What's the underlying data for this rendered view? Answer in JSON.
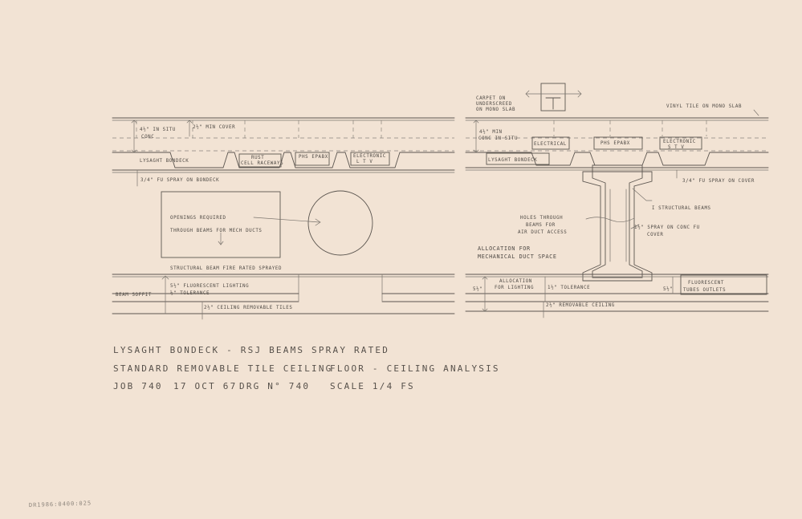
{
  "title_block": {
    "line1": "LYSAGHT   BONDECK -  RSJ  BEAMS  SPRAY  RATED",
    "line2_left": "STANDARD   REMOVABLE  TILE  CEILING",
    "line2_right": "FLOOR - CEILING  ANALYSIS",
    "job": "JOB   740",
    "date": "17 OCT 67",
    "drawing_no": "DRG  N° 740",
    "scale": "SCALE  1/4 FS"
  },
  "left_section": {
    "conc_in_situ_1": "4½\" IN SITU",
    "conc_in_situ_2": "CONC",
    "min_cover": "2½\" MIN COVER",
    "lysaght_bondeck": "LYSAGHT BONDECK",
    "cell_rust_1": "RUST",
    "cell_rust_2": "CELL RACEWAYS",
    "cell_phs": "PHS EPABX",
    "cell_elec_1": "ELECTRONIC",
    "cell_elec_2": "L T V",
    "fu_spray": "3/4\" FU SPRAY ON BONDECK",
    "openings_1": "OPENINGS REQUIRED",
    "openings_2": "THROUGH BEAMS FOR MECH DUCTS",
    "beam_fire_rated": "STRUCTURAL BEAM FIRE RATED SPRAYED",
    "beam_soffit": "BEAM SOFFIT",
    "fluoro_lighting": "5½\" FLUORESCENT LIGHTING",
    "tolerance": "½\" TOLERANCE",
    "ceiling_tiles": "2½\" CEILING REMOVABLE TILES"
  },
  "right_section": {
    "carpet_1": "CARPET ON",
    "carpet_2": "UNDERSCREED",
    "carpet_3": "ON MONO SLAB",
    "vinyl_tile": "VINYL TILE ON MONO SLAB",
    "conc_1": "4½\" MIN",
    "conc_2": "CONC IN SITU",
    "cell_elec": "ELECTRICAL",
    "cell_phs": "PHS EPABX",
    "cell_electronic_1": "ELECTRONIC",
    "cell_electronic_2": "S T V",
    "lysaght_bondeck": "LYSAGHT BONDECK",
    "fu_spray_cover": "3/4\" FU SPRAY ON COVER",
    "i_beams": "I  STRUCTURAL BEAMS",
    "holes_1": "HOLES THROUGH",
    "holes_2": "BEAMS FOR",
    "holes_3": "AIR DUCT ACCESS",
    "spray_conc_1": "1½\" SPRAY ON CONC FU",
    "spray_conc_2": "COVER",
    "allocation_duct_1": "ALLOCATION FOR",
    "allocation_duct_2": "MECHANICAL DUCT SPACE",
    "allocation_light_dim": "5½\"",
    "allocation_light_1": "ALLOCATION",
    "allocation_light_2": "FOR LIGHTING",
    "tolerance": "1½\" TOLERANCE",
    "fluoro_dim": "5½\"",
    "fluoro_tubes_1": "FLUORESCENT",
    "fluoro_tubes_2": "TUBES OUTLETS",
    "removable_ceiling": "2½\" REMOVABLE CEILING"
  },
  "archive_stamp": "DR1986:0400:025"
}
